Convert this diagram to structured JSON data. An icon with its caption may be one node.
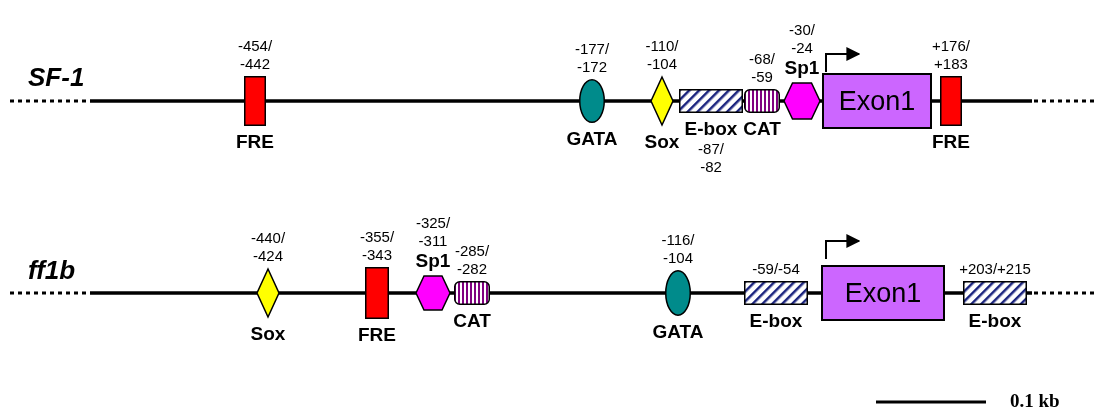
{
  "diagram": {
    "nodes": [
      {
        "text": [
          "FRE"
        ],
        "beside": [
          "-454/ -442"
        ]
      },
      {
        "text": [
          "GATA"
        ],
        "beside": [
          "-177/ -172"
        ]
      },
      {
        "text": [
          "Sox"
        ],
        "beside": [
          "-110/ -104"
        ]
      },
      {
        "text": [
          "E-box"
        ],
        "beside": [
          "-87/ -82"
        ]
      },
      {
        "text": [
          "CAT"
        ],
        "beside": [
          "-68/ -59"
        ]
      },
      {
        "text": [
          "Sp1"
        ],
        "beside": [
          "-30/ -24"
        ]
      },
      {
        "text": [
          "Exon1"
        ]
      },
      {
        "text": [
          "FRE"
        ],
        "beside": [
          "+176/ +183"
        ]
      },
      {
        "text": [
          "Sox"
        ],
        "beside": [
          "-440/ -424"
        ]
      },
      {
        "text": [
          "FRE"
        ],
        "beside": [
          "-355/ -343"
        ]
      },
      {
        "text": [
          "Sp1"
        ],
        "beside": [
          "-325/ -311"
        ]
      },
      {
        "text": [
          "CAT"
        ],
        "beside": [
          "-285/ -282"
        ]
      },
      {
        "text": [
          "GATA"
        ],
        "beside": [
          "-116/ -104"
        ]
      },
      {
        "text": [
          "E-box"
        ],
        "beside": [
          "-59/-54"
        ]
      },
      {
        "text": [
          "Exon1"
        ]
      },
      {
        "text": [
          "E-box"
        ],
        "beside": [
          "+203/+215"
        ]
      }
    ],
    "labels": [
      "SF-1",
      "ff1b",
      "0.1 kb"
    ]
  }
}
